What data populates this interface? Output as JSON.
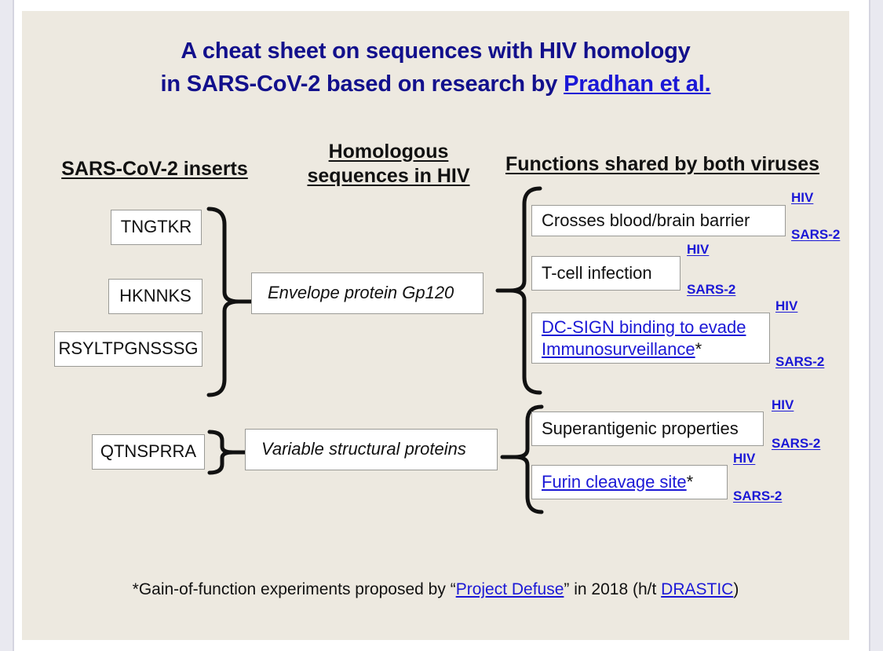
{
  "title": {
    "line1": "A cheat sheet on sequences with HIV homology",
    "line2_prefix": "in SARS-CoV-2 based on research by ",
    "line2_link": "Pradhan et al."
  },
  "headers": {
    "inserts": "SARS-CoV-2 inserts",
    "homologous_line1": "Homologous",
    "homologous_line2": "sequences in HIV",
    "functions": "Functions shared by both viruses"
  },
  "inserts": [
    {
      "label": "TNGTKR"
    },
    {
      "label": "HKNNKS"
    },
    {
      "label": "RSYLTPGNSSSG"
    },
    {
      "label": "QTNSPRRA"
    }
  ],
  "homologous": [
    {
      "label": "Envelope protein Gp120"
    },
    {
      "label": "Variable structural proteins"
    }
  ],
  "functions": [
    {
      "label": "Crosses blood/brain barrier",
      "is_link": false,
      "has_star": false,
      "hiv_tag": "HIV",
      "sars_tag": "SARS-2"
    },
    {
      "label": "T-cell infection",
      "is_link": false,
      "has_star": false,
      "hiv_tag": "HIV",
      "sars_tag": "SARS-2"
    },
    {
      "label_line1": "DC-SIGN binding to evade",
      "label_line2": "Immunosurveillance",
      "is_link": true,
      "has_star": true,
      "star": "*",
      "hiv_tag": "HIV",
      "sars_tag": "SARS-2"
    },
    {
      "label": "Superantigenic properties",
      "is_link": false,
      "has_star": false,
      "hiv_tag": "HIV",
      "sars_tag": "SARS-2"
    },
    {
      "label": "Furin cleavage site",
      "is_link": true,
      "has_star": true,
      "star": "*",
      "hiv_tag": "HIV",
      "sars_tag": "SARS-2"
    }
  ],
  "footnote": {
    "part1": "*Gain-of-function experiments proposed by “",
    "link1": "Project Defuse",
    "part2": "” in 2018 (h/t ",
    "link2": "DRASTIC",
    "part3": ")"
  },
  "colors": {
    "slide_background": "#EDE9E0",
    "title_navy": "#12108C",
    "hyperlink_blue": "#1B18D6",
    "box_border": "#9A9A96",
    "box_fill": "#FFFFFF",
    "brace_black": "#111111"
  }
}
